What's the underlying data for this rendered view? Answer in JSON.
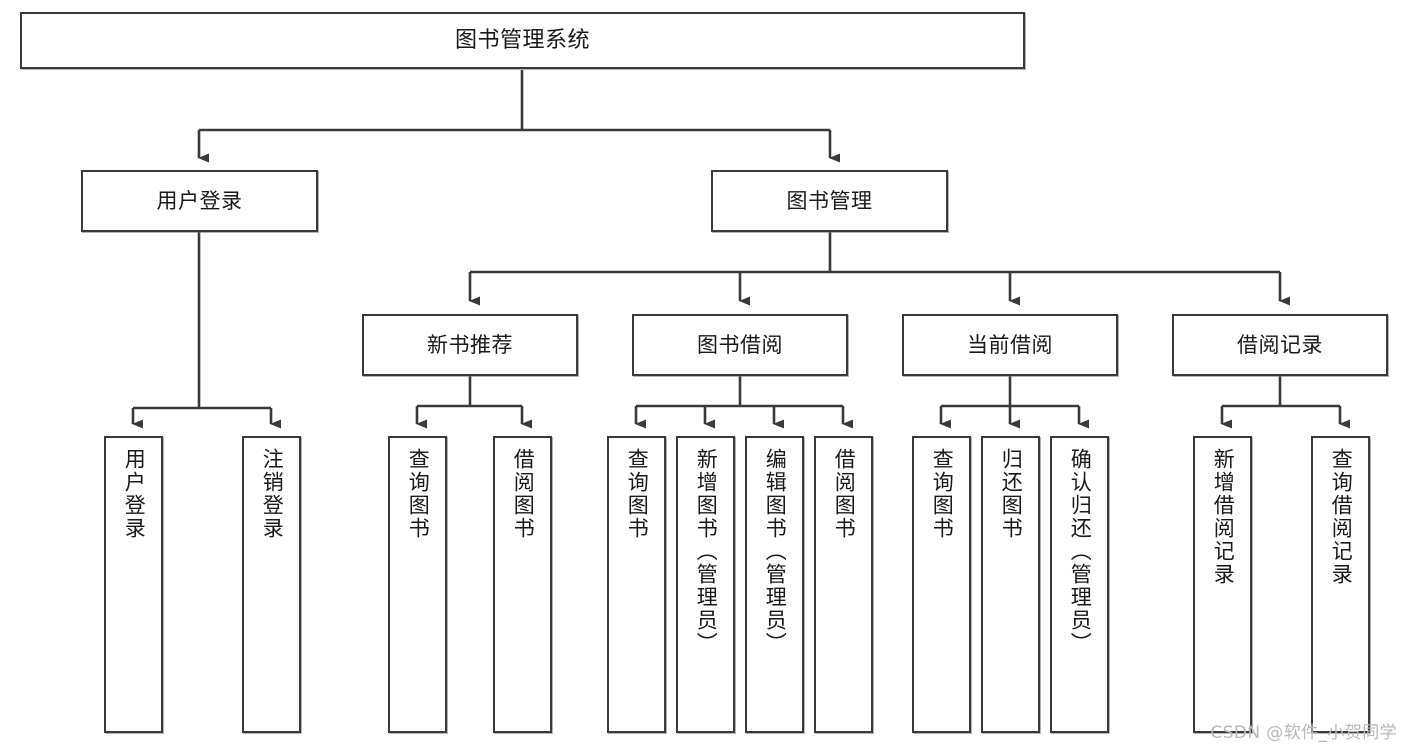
{
  "diagram": {
    "title": "图书管理系统",
    "type": "tree-hierarchy",
    "watermark": "CSDN @软件_小贺同学",
    "colors": {
      "stroke": "#3a3a3a",
      "fill": "#ffffff",
      "text": "#1a1a1a",
      "watermark": "#b9b9b9"
    },
    "level1": {
      "root_label": "图书管理系统"
    },
    "level2": [
      {
        "id": "user-login",
        "label": "用户登录"
      },
      {
        "id": "book-management",
        "label": "图书管理"
      }
    ],
    "level3": [
      {
        "id": "new-book-recommend",
        "label": "新书推荐"
      },
      {
        "id": "book-borrow",
        "label": "图书借阅"
      },
      {
        "id": "current-borrow",
        "label": "当前借阅"
      },
      {
        "id": "borrow-record",
        "label": "借阅记录"
      }
    ],
    "leaves": [
      {
        "id": "leaf-user-login",
        "label": "用户登录",
        "parent": "user-login"
      },
      {
        "id": "leaf-logout-login",
        "label": "注销登录",
        "parent": "user-login"
      },
      {
        "id": "leaf-query-book-1",
        "label": "查询图书",
        "parent": "new-book-recommend"
      },
      {
        "id": "leaf-borrow-book-1",
        "label": "借阅图书",
        "parent": "new-book-recommend"
      },
      {
        "id": "leaf-query-book-2",
        "label": "查询图书",
        "parent": "book-borrow"
      },
      {
        "id": "leaf-add-book",
        "label": "新增图书（管理员）",
        "parent": "book-borrow"
      },
      {
        "id": "leaf-edit-book",
        "label": "编辑图书（管理员）",
        "parent": "book-borrow"
      },
      {
        "id": "leaf-borrow-book-2",
        "label": "借阅图书",
        "parent": "book-borrow"
      },
      {
        "id": "leaf-query-book-3",
        "label": "查询图书",
        "parent": "current-borrow"
      },
      {
        "id": "leaf-return-book",
        "label": "归还图书",
        "parent": "current-borrow"
      },
      {
        "id": "leaf-confirm-return",
        "label": "确认归还（管理员）",
        "parent": "current-borrow"
      },
      {
        "id": "leaf-add-record",
        "label": "新增借阅记录",
        "parent": "borrow-record"
      },
      {
        "id": "leaf-query-record",
        "label": "查询借阅记录",
        "parent": "borrow-record"
      }
    ]
  }
}
